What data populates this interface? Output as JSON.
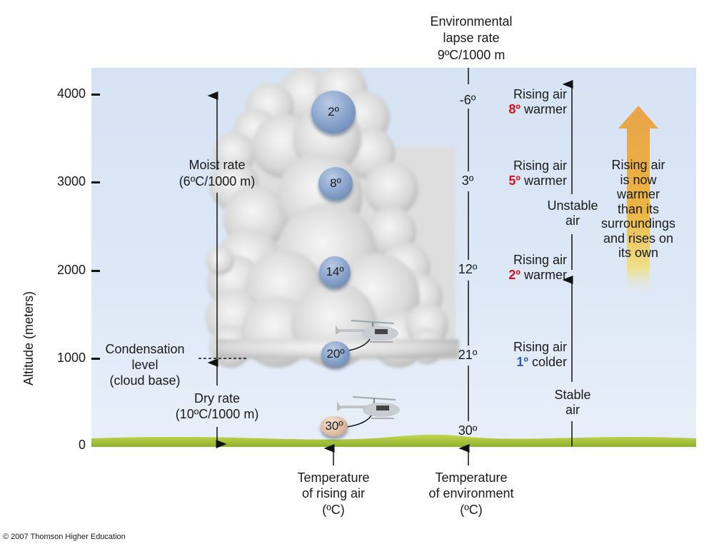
{
  "header": {
    "env_lapse_line1": "Environmental",
    "env_lapse_line2": "lapse rate",
    "env_lapse_line3": "9ºC/1000 m"
  },
  "y_axis": {
    "label": "Altitude (meters)",
    "ticks": [
      "4000",
      "3000",
      "2000",
      "1000",
      "0"
    ]
  },
  "left_labels": {
    "moist_rate_line1": "Moist rate",
    "moist_rate_line2": "(6ºC/1000 m)",
    "condensation_line1": "Condensation",
    "condensation_line2": "level",
    "condensation_line3": "(cloud base)",
    "dry_rate_line1": "Dry rate",
    "dry_rate_line2": "(10ºC/1000 m)"
  },
  "rising_air_temps": [
    {
      "altitude": 4000,
      "temp": "2º"
    },
    {
      "altitude": 3000,
      "temp": "8º"
    },
    {
      "altitude": 2000,
      "temp": "14º"
    },
    {
      "altitude": 1000,
      "temp": "20º"
    },
    {
      "altitude": 0,
      "temp": "30º"
    }
  ],
  "environment_temps": [
    {
      "altitude": 4000,
      "temp": "-6º"
    },
    {
      "altitude": 3000,
      "temp": "3º"
    },
    {
      "altitude": 2000,
      "temp": "12º"
    },
    {
      "altitude": 1000,
      "temp": "21º"
    },
    {
      "altitude": 0,
      "temp": "30º"
    }
  ],
  "comparisons": [
    {
      "line1": "Rising air",
      "diff": "8º",
      "word": "warmer",
      "color": "#d9101d"
    },
    {
      "line1": "Rising air",
      "diff": "5º",
      "word": "warmer",
      "color": "#d9101d"
    },
    {
      "line1": "Rising air",
      "diff": "2º",
      "word": "warmer",
      "color": "#d9101d"
    },
    {
      "line1": "Rising air",
      "diff": "1º",
      "word": "colder",
      "color": "#2d5fb0"
    }
  ],
  "stability": {
    "unstable_line1": "Unstable",
    "unstable_line2": "air",
    "stable_line1": "Stable",
    "stable_line2": "air"
  },
  "big_arrow_text": [
    "Rising air",
    "is now",
    "warmer",
    "than its",
    "surroundings",
    "and rises on",
    "its own"
  ],
  "bottom_labels": {
    "rising_line1": "Temperature",
    "rising_line2": "of rising air",
    "rising_line3": "(ºC)",
    "env_line1": "Temperature",
    "env_line2": "of environment",
    "env_line3": "(ºC)"
  },
  "copyright": "© 2007 Thomson Higher Education",
  "colors": {
    "sky_top": "#d6e3f4",
    "ground": "#a9c43a",
    "warmer": "#d9101d",
    "colder": "#2d5fb0",
    "arrow_orange": "#e9a54a"
  }
}
